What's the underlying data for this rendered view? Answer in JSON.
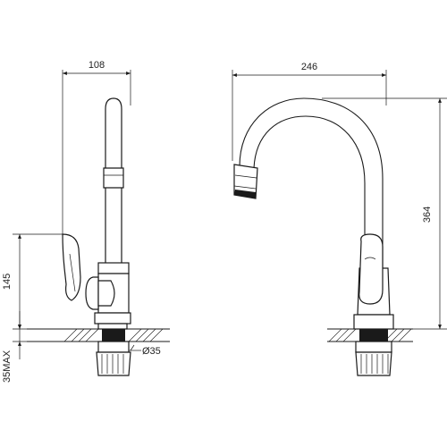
{
  "dimensions": {
    "side_width": "108",
    "side_height": "145",
    "max_thickness": "35MAX",
    "thread_diameter": "Ø35",
    "front_width": "246",
    "front_height": "364"
  },
  "colors": {
    "line": "#1a1a1a",
    "background": "#ffffff",
    "fill_dark": "#1a1a1a"
  }
}
